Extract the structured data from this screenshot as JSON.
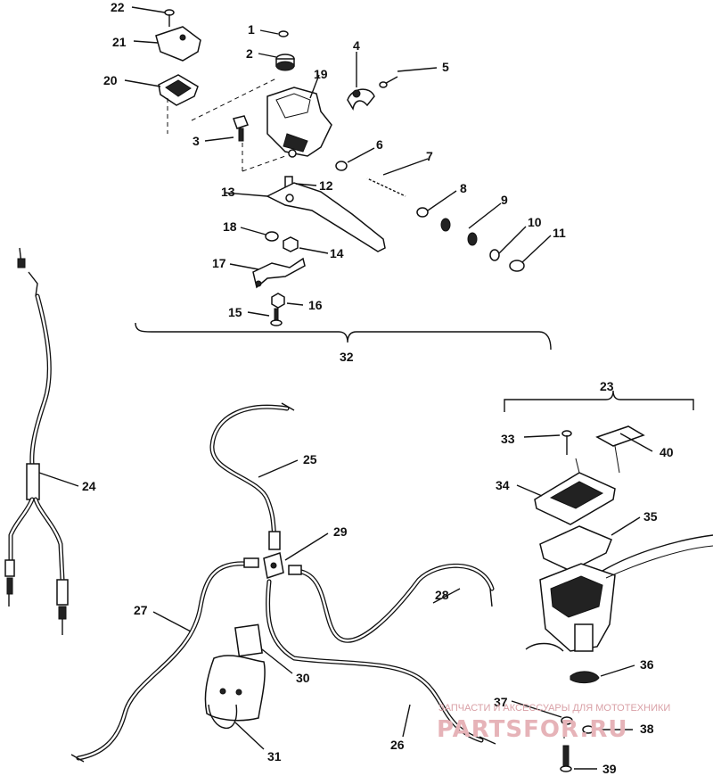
{
  "callouts": [
    "1",
    "2",
    "3",
    "4",
    "5",
    "6",
    "7",
    "8",
    "9",
    "10",
    "11",
    "12",
    "13",
    "14",
    "15",
    "16",
    "17",
    "18",
    "19",
    "20",
    "21",
    "22",
    "23",
    "24",
    "25",
    "26",
    "27",
    "28",
    "29",
    "30",
    "31",
    "32",
    "33",
    "34",
    "35",
    "36",
    "37",
    "38",
    "39",
    "40"
  ],
  "watermark": {
    "tagline": "ЗАПЧАСТИ И АКСЕССУАРЫ ДЛЯ МОТОТЕХНИКИ",
    "brand": "PARTSFOR.RU"
  }
}
